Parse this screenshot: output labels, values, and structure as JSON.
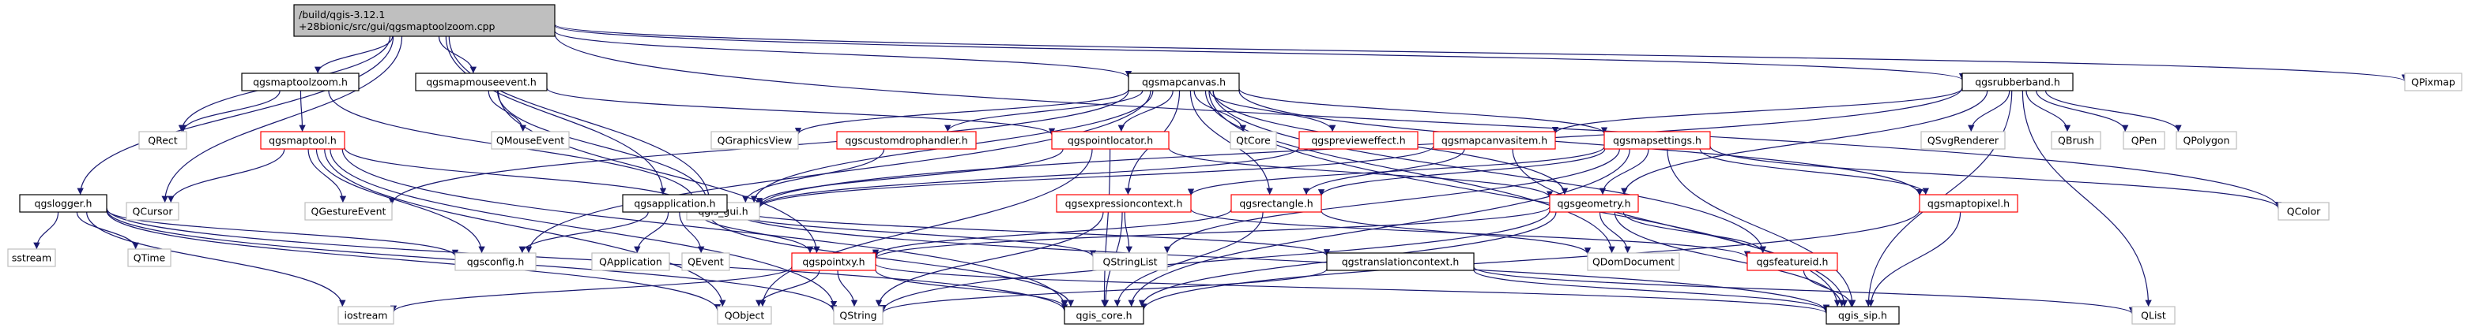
{
  "graph": {
    "edge_color": "#191970",
    "border_color": "#000000",
    "link_border_color": "#ff0000",
    "missing_border_color": "#bfbfbf",
    "root_fill": "#bfbfbf",
    "nodes": [
      {
        "id": "root",
        "lines": [
          "/build/qgis-3.12.1",
          "+28bionic/src/gui/qgsmaptoolzoom.cpp"
        ],
        "kind": "root"
      },
      {
        "id": "qgsmaptoolzoom_h",
        "lines": [
          "qgsmaptoolzoom.h"
        ],
        "kind": "doc"
      },
      {
        "id": "qgsmapmouseevent_h",
        "lines": [
          "qgsmapmouseevent.h"
        ],
        "kind": "doc"
      },
      {
        "id": "qgsmapcanvas_h",
        "lines": [
          "qgsmapcanvas.h"
        ],
        "kind": "doc"
      },
      {
        "id": "qgsrubberband_h",
        "lines": [
          "qgsrubberband.h"
        ],
        "kind": "doc"
      },
      {
        "id": "QPixmap",
        "lines": [
          "QPixmap"
        ],
        "kind": "ext"
      },
      {
        "id": "QRect",
        "lines": [
          "QRect"
        ],
        "kind": "ext"
      },
      {
        "id": "QCursor",
        "lines": [
          "QCursor"
        ],
        "kind": "ext"
      },
      {
        "id": "QMouseEvent",
        "lines": [
          "QMouseEvent"
        ],
        "kind": "ext"
      },
      {
        "id": "QGraphicsView",
        "lines": [
          "QGraphicsView"
        ],
        "kind": "ext"
      },
      {
        "id": "QCore",
        "lines": [
          "QtCore"
        ],
        "kind": "ext"
      },
      {
        "id": "QSvgRenderer",
        "lines": [
          "QSvgRenderer"
        ],
        "kind": "ext"
      },
      {
        "id": "QBrush",
        "lines": [
          "QBrush"
        ],
        "kind": "ext"
      },
      {
        "id": "QPen",
        "lines": [
          "QPen"
        ],
        "kind": "ext"
      },
      {
        "id": "QPolygon",
        "lines": [
          "QPolygon"
        ],
        "kind": "ext"
      },
      {
        "id": "QColor",
        "lines": [
          "QColor"
        ],
        "kind": "ext"
      },
      {
        "id": "QList",
        "lines": [
          "QList"
        ],
        "kind": "ext"
      },
      {
        "id": "qgsmaptool_h",
        "lines": [
          "qgsmaptool.h"
        ],
        "kind": "link"
      },
      {
        "id": "qgscustomdrophandler_h",
        "lines": [
          "qgscustomdrophandler.h"
        ],
        "kind": "link"
      },
      {
        "id": "qgspointlocator_h",
        "lines": [
          "qgspointlocator.h"
        ],
        "kind": "link"
      },
      {
        "id": "qgspreviewеffect_h",
        "lines": [
          "qgspreviewеffect.h"
        ],
        "kind": "link"
      },
      {
        "id": "qgsmapcanvasitem_h",
        "lines": [
          "qgsmapcanvasitem.h"
        ],
        "kind": "link"
      },
      {
        "id": "qgsmapsettings_h",
        "lines": [
          "qgsmapsettings.h"
        ],
        "kind": "link"
      },
      {
        "id": "qgis_gui_h",
        "lines": [
          "qgis_gui.h"
        ],
        "kind": "ext"
      },
      {
        "id": "QGestureEvent",
        "lines": [
          "QGestureEvent"
        ],
        "kind": "ext"
      },
      {
        "id": "qgslogger_h",
        "lines": [
          "qgslogger.h"
        ],
        "kind": "doc"
      },
      {
        "id": "qgsapplication_h",
        "lines": [
          "qgsapplication.h"
        ],
        "kind": "doc"
      },
      {
        "id": "qgsexpressioncontext_h",
        "lines": [
          "qgsexpressioncontext.h"
        ],
        "kind": "link"
      },
      {
        "id": "qgsrectangle_h",
        "lines": [
          "qgsrectangle.h"
        ],
        "kind": "link"
      },
      {
        "id": "qgsgeometry_h",
        "lines": [
          "qgsgeometry.h"
        ],
        "kind": "link"
      },
      {
        "id": "qgsmaptopixel_h",
        "lines": [
          "qgsmaptopixel.h"
        ],
        "kind": "link"
      },
      {
        "id": "sstream",
        "lines": [
          "sstream"
        ],
        "kind": "ext"
      },
      {
        "id": "QTime",
        "lines": [
          "QTime"
        ],
        "kind": "ext"
      },
      {
        "id": "qgsconfig_h",
        "lines": [
          "qgsconfig.h"
        ],
        "kind": "ext"
      },
      {
        "id": "QApplication",
        "lines": [
          "QApplication"
        ],
        "kind": "ext"
      },
      {
        "id": "QEvent",
        "lines": [
          "QEvent"
        ],
        "kind": "ext"
      },
      {
        "id": "QStringList",
        "lines": [
          "QStringList"
        ],
        "kind": "ext"
      },
      {
        "id": "qgspointxy_h",
        "lines": [
          "qgspointxy.h"
        ],
        "kind": "link"
      },
      {
        "id": "qgstranslationcontext_h",
        "lines": [
          "qgstranslationcontext.h"
        ],
        "kind": "doc"
      },
      {
        "id": "QDomDocument",
        "lines": [
          "QDomDocument"
        ],
        "kind": "ext"
      },
      {
        "id": "qgsfeatureid_h",
        "lines": [
          "qgsfeatureid.h"
        ],
        "kind": "link"
      },
      {
        "id": "iostream",
        "lines": [
          "iostream"
        ],
        "kind": "ext"
      },
      {
        "id": "QObject",
        "lines": [
          "QObject"
        ],
        "kind": "ext"
      },
      {
        "id": "QString",
        "lines": [
          "QString"
        ],
        "kind": "ext"
      },
      {
        "id": "qgis_core_h",
        "lines": [
          "qgis_core.h"
        ],
        "kind": "doc"
      },
      {
        "id": "qgis_sip_h",
        "lines": [
          "qgis_sip.h"
        ],
        "kind": "doc"
      }
    ],
    "edges": [
      [
        "root",
        "qgsmaptoolzoom_h"
      ],
      [
        "root",
        "qgsmapmouseevent_h"
      ],
      [
        "root",
        "qgsmapcanvas_h"
      ],
      [
        "root",
        "qgsrubberband_h"
      ],
      [
        "root",
        "QPixmap"
      ],
      [
        "root",
        "QRect"
      ],
      [
        "root",
        "QCursor"
      ],
      [
        "root",
        "qgslogger_h"
      ],
      [
        "root",
        "qgsapplication_h"
      ],
      [
        "root",
        "QColor"
      ],
      [
        "root",
        "qgis_gui_h"
      ],
      [
        "qgsmaptoolzoom_h",
        "QRect"
      ],
      [
        "qgsmaptoolzoom_h",
        "qgsmaptool_h"
      ],
      [
        "qgsmaptoolzoom_h",
        "qgis_gui_h"
      ],
      [
        "qgsmapmouseevent_h",
        "QMouseEvent"
      ],
      [
        "qgsmapmouseevent_h",
        "qgspointlocator_h"
      ],
      [
        "qgsmapmouseevent_h",
        "qgis_gui_h"
      ],
      [
        "qgsmapmouseevent_h",
        "qgspointxy_h"
      ],
      [
        "qgsmapcanvas_h",
        "QGraphicsView"
      ],
      [
        "qgsmapcanvas_h",
        "qgscustomdrophandler_h"
      ],
      [
        "qgsmapcanvas_h",
        "QCore"
      ],
      [
        "qgsmapcanvas_h",
        "qgspreviewеffect_h"
      ],
      [
        "qgsmapcanvas_h",
        "qgsmapsettings_h"
      ],
      [
        "qgsmapcanvas_h",
        "qgspointlocator_h"
      ],
      [
        "qgsmapcanvas_h",
        "qgis_gui_h"
      ],
      [
        "qgsmapcanvas_h",
        "QGestureEvent"
      ],
      [
        "qgsmapcanvas_h",
        "qgsrectangle_h"
      ],
      [
        "qgsmapcanvas_h",
        "qgsexpressioncontext_h"
      ],
      [
        "qgsmapcanvas_h",
        "qgsgeometry_h"
      ],
      [
        "qgsmapcanvas_h",
        "qgsconfig_h"
      ],
      [
        "qgsmapcanvas_h",
        "QDomDocument"
      ],
      [
        "qgsmapcanvas_h",
        "qgsfeatureid_h"
      ],
      [
        "qgsmapcanvas_h",
        "qgis_sip_h"
      ],
      [
        "qgsmapcanvas_h",
        "qgsmaptopixel_h"
      ],
      [
        "qgsrubberband_h",
        "qgsmapcanvasitem_h"
      ],
      [
        "qgsrubberband_h",
        "QSvgRenderer"
      ],
      [
        "qgsrubberband_h",
        "QBrush"
      ],
      [
        "qgsrubberband_h",
        "QPen"
      ],
      [
        "qgsrubberband_h",
        "QPolygon"
      ],
      [
        "qgsrubberband_h",
        "qgsgeometry_h"
      ],
      [
        "qgsrubberband_h",
        "qgis_gui_h"
      ],
      [
        "qgsrubberband_h",
        "qgis_sip_h"
      ],
      [
        "qgsrubberband_h",
        "QList"
      ],
      [
        "qgsmaptool_h",
        "QCursor"
      ],
      [
        "qgsmaptool_h",
        "QGestureEvent"
      ],
      [
        "qgsmaptool_h",
        "qgis_gui_h"
      ],
      [
        "qgsmaptool_h",
        "qgsconfig_h"
      ],
      [
        "qgsmaptool_h",
        "QObject"
      ],
      [
        "qgsmaptool_h",
        "QString"
      ],
      [
        "qgsmaptool_h",
        "qgis_core_h"
      ],
      [
        "qgscustomdrophandler_h",
        "qgis_gui_h"
      ],
      [
        "qgspointlocator_h",
        "qgis_gui_h"
      ],
      [
        "qgspointlocator_h",
        "qgsgeometry_h"
      ],
      [
        "qgspointlocator_h",
        "qgis_core_h"
      ],
      [
        "qgspointlocator_h",
        "QObject"
      ],
      [
        "qgspreviewеffect_h",
        "qgis_gui_h"
      ],
      [
        "qgsmapcanvasitem_h",
        "qgis_gui_h"
      ],
      [
        "qgsmapcanvasitem_h",
        "qgsrectangle_h"
      ],
      [
        "qgsmapcanvasitem_h",
        "qgis_sip_h"
      ],
      [
        "qgsmapsettings_h",
        "qgsrectangle_h"
      ],
      [
        "qgsmapsettings_h",
        "qgsmaptopixel_h"
      ],
      [
        "qgsmapsettings_h",
        "qgsexpressioncontext_h"
      ],
      [
        "qgsmapsettings_h",
        "qgis_core_h"
      ],
      [
        "qgsmapsettings_h",
        "qgis_sip_h"
      ],
      [
        "qgsmapsettings_h",
        "QColor"
      ],
      [
        "qgsmapsettings_h",
        "QStringList"
      ],
      [
        "qgsmapsettings_h",
        "qgsgeometry_h"
      ],
      [
        "qgslogger_h",
        "sstream"
      ],
      [
        "qgslogger_h",
        "QTime"
      ],
      [
        "qgslogger_h",
        "iostream"
      ],
      [
        "qgslogger_h",
        "qgsconfig_h"
      ],
      [
        "qgslogger_h",
        "QString"
      ],
      [
        "qgslogger_h",
        "qgis_core_h"
      ],
      [
        "qgslogger_h",
        "QObject"
      ],
      [
        "qgsapplication_h",
        "qgsconfig_h"
      ],
      [
        "qgsapplication_h",
        "QApplication"
      ],
      [
        "qgsapplication_h",
        "QEvent"
      ],
      [
        "qgsapplication_h",
        "QStringList"
      ],
      [
        "qgsapplication_h",
        "qgis_core_h"
      ],
      [
        "qgsapplication_h",
        "qgstranslationcontext_h"
      ],
      [
        "qgsapplication_h",
        "qgis_sip_h"
      ],
      [
        "qgsapplication_h",
        "qgspointxy_h"
      ],
      [
        "qgsexpressioncontext_h",
        "QStringList"
      ],
      [
        "qgsexpressioncontext_h",
        "qgis_core_h"
      ],
      [
        "qgsexpressioncontext_h",
        "QString"
      ],
      [
        "qgsexpressioncontext_h",
        "qgsfeatureid_h"
      ],
      [
        "qgsrectangle_h",
        "qgis_core_h"
      ],
      [
        "qgsrectangle_h",
        "qgspointxy_h"
      ],
      [
        "qgsrectangle_h",
        "QDomDocument"
      ],
      [
        "qgsgeometry_h",
        "QDomDocument"
      ],
      [
        "qgsgeometry_h",
        "qgspointxy_h"
      ],
      [
        "qgsgeometry_h",
        "qgsfeatureid_h"
      ],
      [
        "qgsgeometry_h",
        "qgis_core_h"
      ],
      [
        "qgsgeometry_h",
        "qgis_sip_h"
      ],
      [
        "qgsgeometry_h",
        "QString"
      ],
      [
        "qgsmaptopixel_h",
        "qgis_core_h"
      ],
      [
        "qgsmaptopixel_h",
        "qgis_sip_h"
      ],
      [
        "qgspointxy_h",
        "iostream"
      ],
      [
        "qgspointxy_h",
        "QObject"
      ],
      [
        "qgspointxy_h",
        "QString"
      ],
      [
        "qgspointxy_h",
        "qgis_core_h"
      ],
      [
        "qgspointxy_h",
        "qgis_sip_h"
      ],
      [
        "qgstranslationcontext_h",
        "QString"
      ],
      [
        "qgstranslationcontext_h",
        "qgis_sip_h"
      ],
      [
        "qgstranslationcontext_h",
        "QList"
      ],
      [
        "qgsfeatureid_h",
        "qgis_sip_h"
      ]
    ]
  }
}
